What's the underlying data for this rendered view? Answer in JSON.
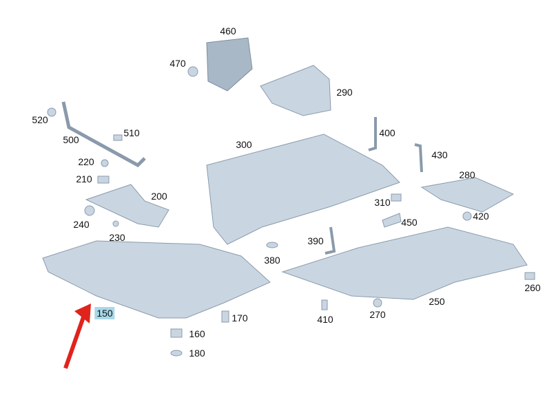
{
  "diagram": {
    "highlighted_part": "150",
    "arrow_color": "#e0231c",
    "highlight_color": "#a8d8e8",
    "labels": {
      "p460": "460",
      "p470": "470",
      "p290": "290",
      "p520": "520",
      "p510": "510",
      "p500": "500",
      "p300": "300",
      "p400": "400",
      "p430": "430",
      "p220": "220",
      "p210": "210",
      "p200": "200",
      "p280": "280",
      "p310": "310",
      "p450": "450",
      "p420": "420",
      "p240": "240",
      "p230": "230",
      "p390": "390",
      "p380": "380",
      "p150": "150",
      "p170": "170",
      "p160": "160",
      "p180": "180",
      "p410": "410",
      "p270": "270",
      "p250": "250",
      "p260": "260"
    }
  }
}
